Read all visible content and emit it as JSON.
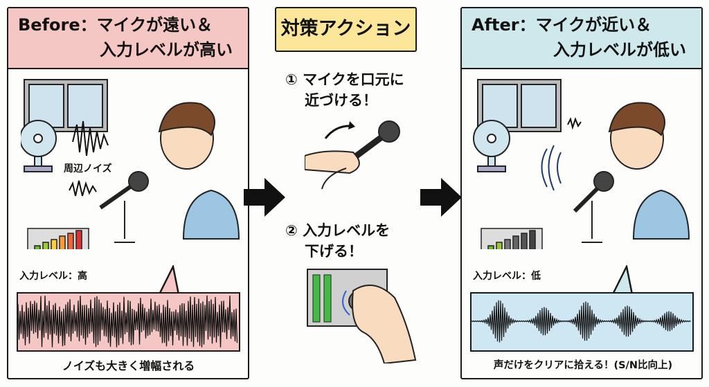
{
  "before": {
    "title_line1": "Before：マイクが遠い＆",
    "title_line2": "入力レベルが高い",
    "noise_label": "周辺ノイズ",
    "level_label": "入力レベル：高",
    "caption": "ノイズも大きく増幅される",
    "color": "#f4c6c4"
  },
  "action": {
    "title": "対策アクション",
    "step1_line1": "① マイクを口元に",
    "step1_line2": "近づける！",
    "step2_line1": "② 入力レベルを",
    "step2_line2": "下げる！",
    "color": "#fbe69a"
  },
  "after": {
    "title_line1": "After：マイクが近い＆",
    "title_line2": "入力レベルが低い",
    "level_label": "入力レベル：低",
    "caption": "声だけをクリアに拾える！(S/N比向上)",
    "color": "#cfe8ec"
  }
}
